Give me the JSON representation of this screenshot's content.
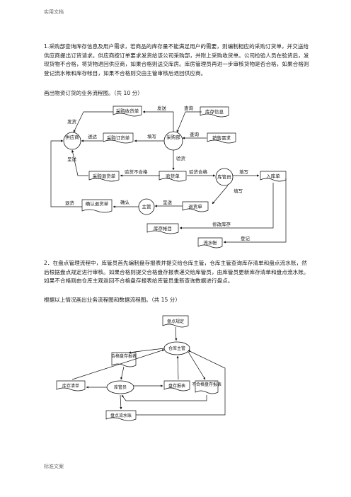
{
  "page": {
    "header": "实用文档",
    "footer": "标准文案"
  },
  "q1": {
    "text": "1.采购部查询库存信息及用户需求，若商品的库存量不能满足用户的需要，则编制相应的采购订货单，并交送给供应商提出订货请求。供应商按订单要求发货给该公司采购部，并附上采购收货单。公司检验人员在验货后，发现货物不合格，将货物退回供应商，如果合格则送交库房。库房管理员再进一步审核货物是否合格，如果合格则登记流水帐和库存帐目，如果不合格则交由主管审核后退回供应商。",
    "caption": "画出物资订货的业务流程图。（共 10 分）"
  },
  "flow1": {
    "nodes": {
      "supplier": "供应商",
      "purchasing": "采购部",
      "manager": "主管",
      "warehouse_keeper": "库管员",
      "purchase_receipt": "采购收货单",
      "inventory_info": "库存信息",
      "purchase_order": "采购订货单",
      "sales_demand": "销售需求",
      "purchase_return": "采购退货单",
      "inspection_sheet": "验货单",
      "stock_in": "入库单",
      "return_sheet": "退货单",
      "confirm_return": "确认退货单",
      "inventory_ledger": "库存帐目",
      "journal": "流水帐"
    },
    "labels": {
      "deliver_top": "发送",
      "ship": "发货",
      "query1": "查询",
      "send": "送达",
      "fill1": "填写",
      "query2": "查询",
      "submit": "呈送",
      "inspect": "验货",
      "fail": "验货不合格",
      "pass": "验货合格",
      "fill2": "填写",
      "fill_mark": "填写",
      "confirm": "确认",
      "send2": "呈送",
      "return_goods": "退货",
      "modify": "修改库存",
      "register": "登记"
    }
  },
  "q2": {
    "text": "2．在盘点管理流程中，库管员首先编制盘存报表并提交给仓库主管，仓库主管查询库存清单和盘点流水账，然后根据盘点规定进行审核。如果合格则提交合格盘存报表递交给库管员，由库管员更新库存清单和盘点流水账。如果不合格则由仓库主观返回不合格盘存报表给库管员重新查询数据进行盘点。",
    "caption": "根据以上情况画出业务流程图和数据流程图。（共 15 分）"
  },
  "flow2": {
    "nodes": {
      "rules": "盘点规定",
      "chief": "仓库主管",
      "qualified": "合格盘存报表",
      "inventory_list": "库存清单",
      "keeper": "库管员",
      "report": "盘存报表",
      "unqualified": "不合格盘存报表",
      "count_journal": "盘点流水账"
    }
  }
}
